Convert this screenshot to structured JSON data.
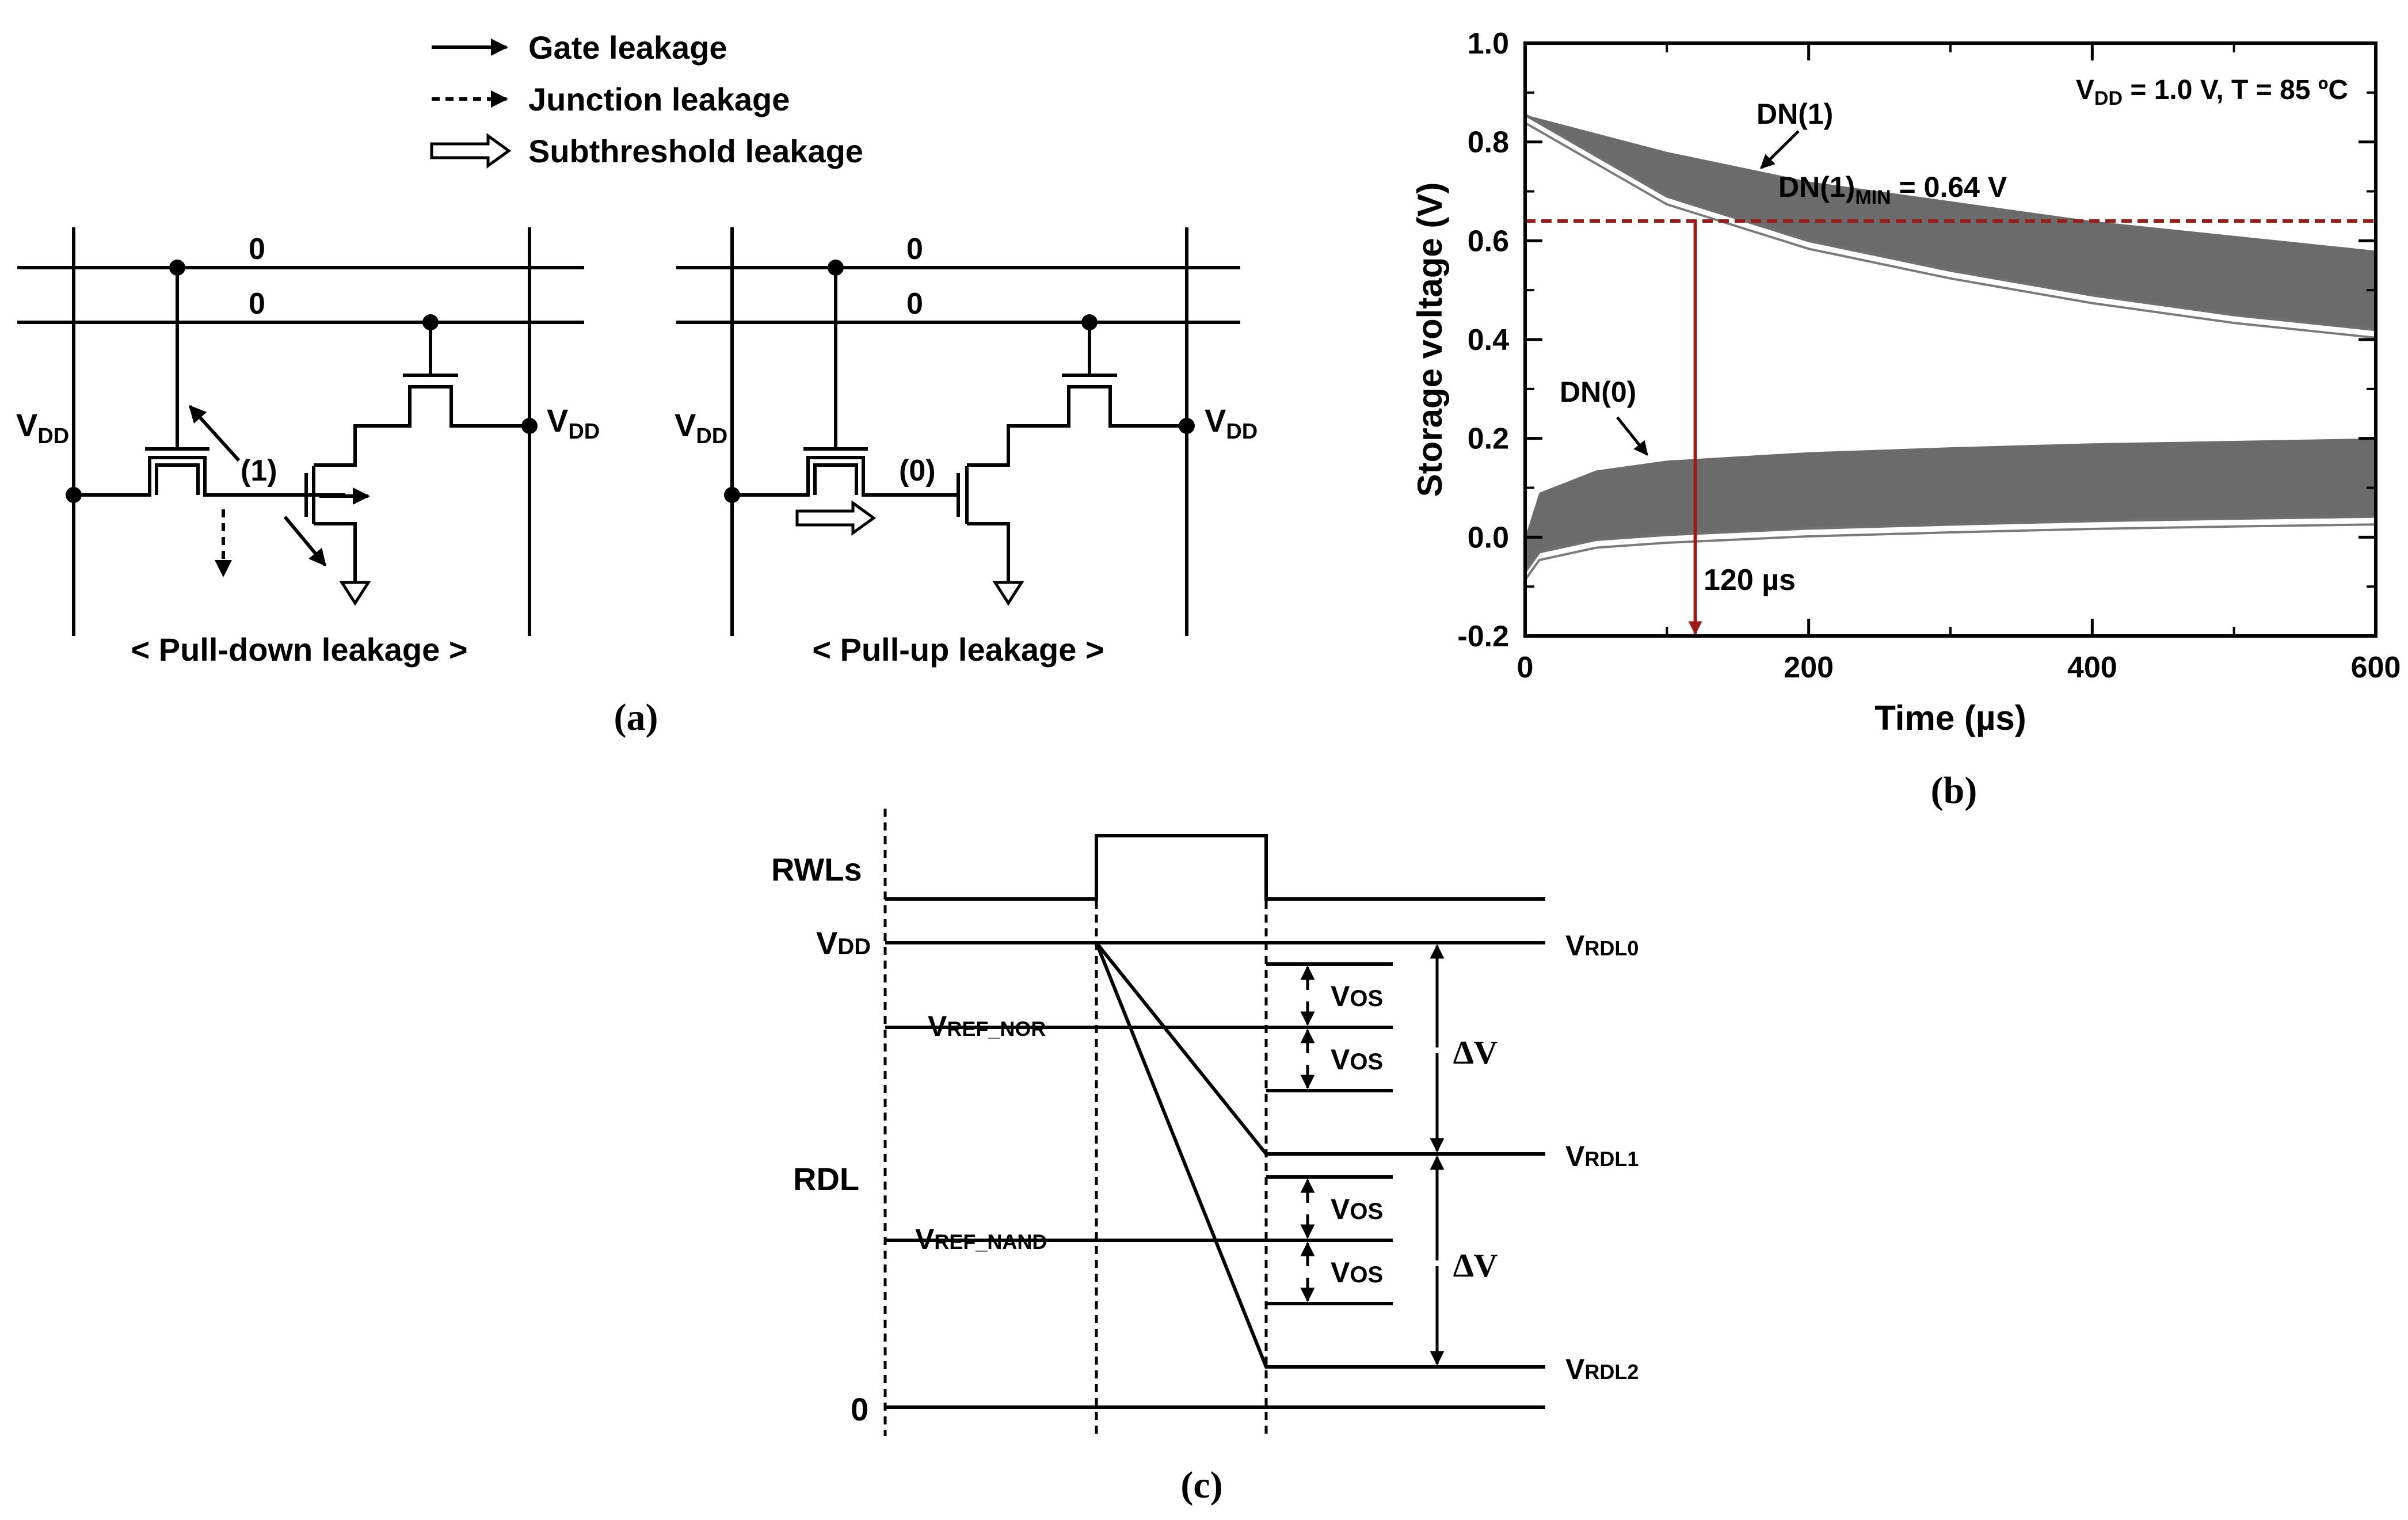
{
  "legend": {
    "gate": "Gate leakage",
    "junction": "Junction leakage",
    "subthreshold": "Subthreshold leakage"
  },
  "panel_a": {
    "bit_zero": "0",
    "vdd_main": "V",
    "vdd_sub": "DD",
    "pd_node": "(1)",
    "pu_node": "(0)",
    "pd_caption": "< Pull-down leakage >",
    "pu_caption": "< Pull-up leakage >",
    "caption": "(a)"
  },
  "panel_b": {
    "caption": "(b)",
    "condition_main": "V",
    "condition_sub": "DD",
    "condition_rest": " = 1.0 V,  T = 85 ºC",
    "dn1_label": "DN(1)",
    "dn0_label": "DN(0)",
    "min_main": "DN(1)",
    "min_sub": "MIN",
    "min_rest": " = 0.64 V",
    "time_marker": "120 µs",
    "colors": {
      "band": "#6b6b6b",
      "threshold": "#9b1b1b"
    }
  },
  "panel_c": {
    "caption": "(c)",
    "rwls": "RWLs",
    "vdd_main": "V",
    "vdd_sub": "DD",
    "rdl": "RDL",
    "zero": "0",
    "vref_main": "V",
    "vref_nor_sub": "REF_NOR",
    "vref_nand_sub": "REF_NAND",
    "vos_main": "V",
    "vos_sub": "OS",
    "delta": "∆V",
    "vrdl_main": "V",
    "vrdl0_sub": "RDL0",
    "vrdl1_sub": "RDL1",
    "vrdl2_sub": "RDL2"
  },
  "chart_data": {
    "type": "line",
    "xlabel": "Time  (µs)",
    "ylabel": "Storage voltage  (V)",
    "xlim": [
      0,
      600
    ],
    "ylim": [
      -0.2,
      1.0
    ],
    "x_ticks": [
      0,
      200,
      400,
      600
    ],
    "y_ticks": [
      -0.2,
      0.0,
      0.2,
      0.4,
      0.6,
      0.8,
      1.0
    ],
    "threshold": 0.64,
    "marker_x": 120,
    "series": [
      {
        "name": "DN(1)",
        "x": [
          0,
          100,
          200,
          300,
          400,
          500,
          600
        ],
        "upper": [
          0.855,
          0.78,
          0.72,
          0.68,
          0.64,
          0.61,
          0.58
        ],
        "lower": [
          0.855,
          0.69,
          0.6,
          0.54,
          0.49,
          0.45,
          0.42
        ]
      },
      {
        "name": "DN(0)",
        "x": [
          0,
          10,
          50,
          100,
          200,
          300,
          400,
          500,
          600
        ],
        "upper": [
          0.0,
          0.09,
          0.135,
          0.155,
          0.172,
          0.182,
          0.19,
          0.195,
          0.2
        ],
        "lower": [
          -0.07,
          -0.03,
          -0.005,
          0.005,
          0.018,
          0.026,
          0.033,
          0.038,
          0.042
        ]
      }
    ]
  }
}
